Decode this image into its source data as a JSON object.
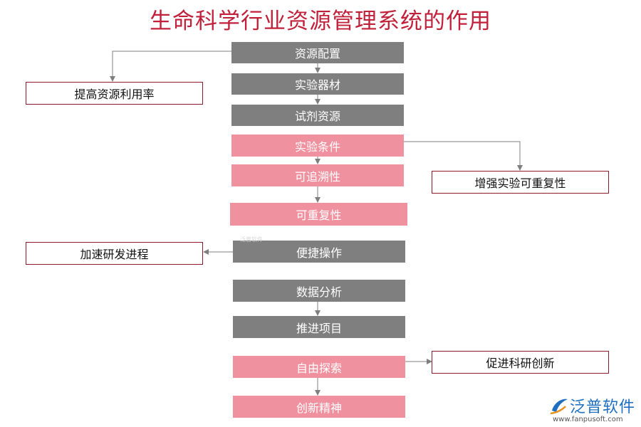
{
  "title": "生命科学行业资源管理系统的作用",
  "flow": {
    "resource_config": "资源配置",
    "lab_equipment": "实验器材",
    "reagent_resources": "试剂资源",
    "lab_conditions": "实验条件",
    "traceability": "可追溯性",
    "repeatability": "可重复性",
    "easy_operation": "便捷操作",
    "data_analysis": "数据分析",
    "advance_projects": "推进项目",
    "free_exploration": "自由探索",
    "innovation_spirit": "创新精神"
  },
  "outcomes": {
    "improve_utilization": "提高资源利用率",
    "enhance_repeatability": "增强实验可重复性",
    "accelerate_rd": "加速研发进程",
    "promote_innovation": "促进科研创新"
  },
  "watermark": "泛普软件",
  "logo": {
    "name": "泛普软件",
    "url": "www.fanpusoft.com"
  },
  "colors": {
    "title": "#c0203a",
    "gray_box": "#7f7f7f",
    "pink_box": "#ef919f",
    "outcome_border": "#8b1a2a",
    "logo_blue": "#1e6fc0"
  }
}
